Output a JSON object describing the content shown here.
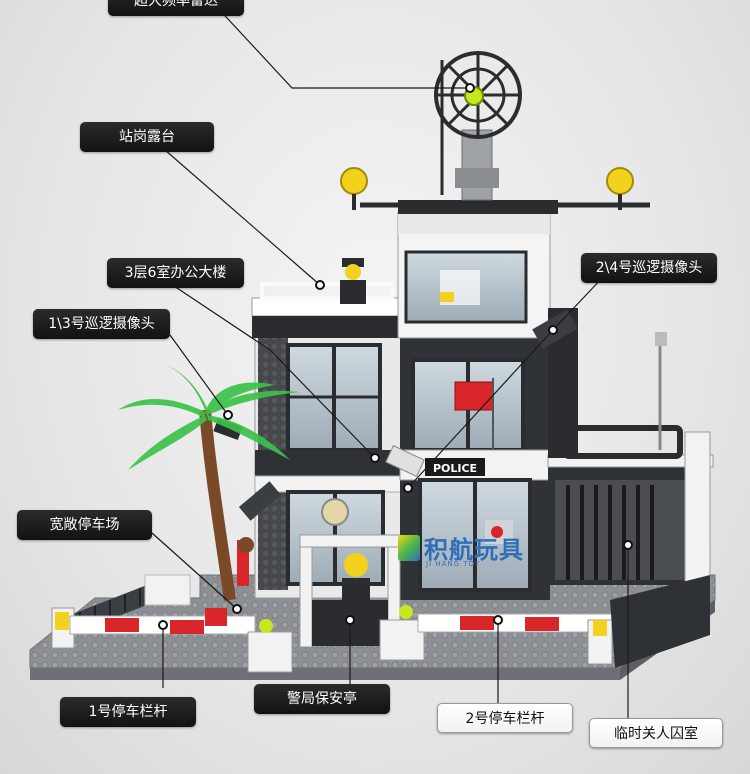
{
  "labels": {
    "radar": "超大频率雷达",
    "balcony": "站岗露台",
    "office": "3层6室办公大楼",
    "cam13": "1\\3号巡逻摄像头",
    "cam24": "2\\4号巡逻摄像头",
    "parking": "宽敞停车场",
    "gate1": "1号停车栏杆",
    "guard": "警局保安亭",
    "gate2": "2号停车栏杆",
    "jail": "临时关人囚室"
  },
  "sign": {
    "police": "POLICE"
  },
  "brand": {
    "name": "积航玩具",
    "sub": "JI HANG TOY"
  },
  "colors": {
    "label_bg": "#1c1c1c",
    "brick_white": "#f2f2f2",
    "brick_dark": "#3a3d42",
    "baseplate": "#8c8f93",
    "barrier_red": "#d8262b",
    "light_yellow": "#f3d21e",
    "palm_green": "#3cc24a"
  }
}
